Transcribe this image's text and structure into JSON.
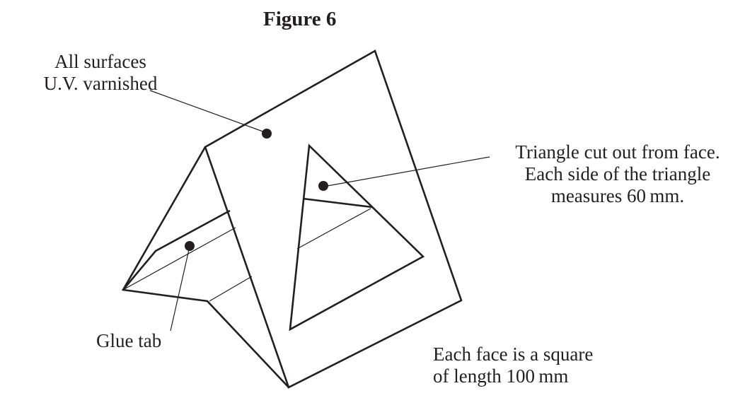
{
  "figure": {
    "title": "Figure 6"
  },
  "labels": {
    "surfaces": [
      "All surfaces",
      "U.V. varnished"
    ],
    "triangle_cutout": [
      "Triangle cut out from face.",
      "Each side of the triangle",
      "measures 60 mm."
    ],
    "glue_tab": "Glue tab",
    "face_size": [
      "Each face is a square",
      "of length 100 mm"
    ]
  },
  "colors": {
    "ink": "#231f20",
    "background": "#ffffff"
  }
}
